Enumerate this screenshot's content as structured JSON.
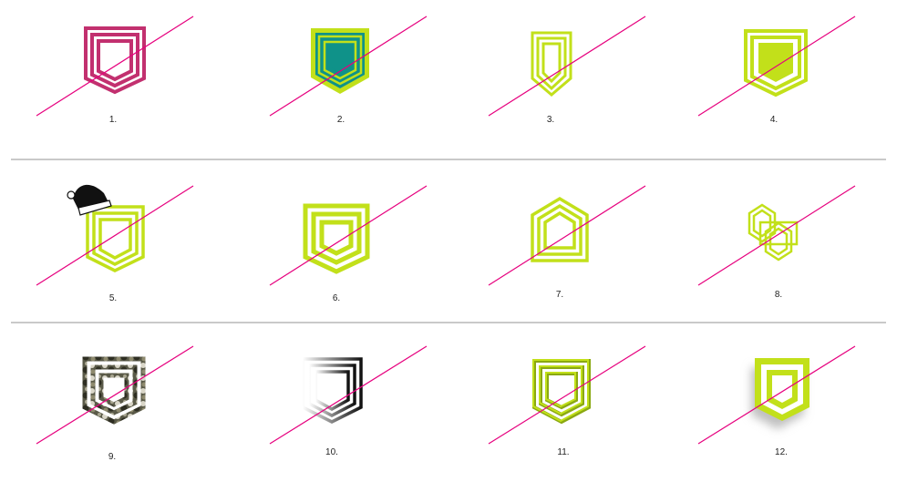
{
  "colors": {
    "strike": "#e6007e",
    "magenta": "#c2306f",
    "lime": "#c2e01a",
    "teal": "#0f9289",
    "dark_lime": "#8aa812",
    "shadow": "#bfbfbf",
    "black": "#111111"
  },
  "variants": [
    {
      "caption": "1.",
      "style": "magenta-outline"
    },
    {
      "caption": "2.",
      "style": "lime-on-teal"
    },
    {
      "caption": "3.",
      "style": "narrow-lime"
    },
    {
      "caption": "4.",
      "style": "lime-filled-inner"
    },
    {
      "caption": "5.",
      "style": "lime-with-santa-hat"
    },
    {
      "caption": "6.",
      "style": "lime-square-thick"
    },
    {
      "caption": "7.",
      "style": "lime-house"
    },
    {
      "caption": "8.",
      "style": "lime-interlocked-hexagons"
    },
    {
      "caption": "9.",
      "style": "camouflage-texture"
    },
    {
      "caption": "10.",
      "style": "grayscale-gradient"
    },
    {
      "caption": "11.",
      "style": "lime-3d-outline"
    },
    {
      "caption": "12.",
      "style": "lime-drop-shadow"
    }
  ]
}
